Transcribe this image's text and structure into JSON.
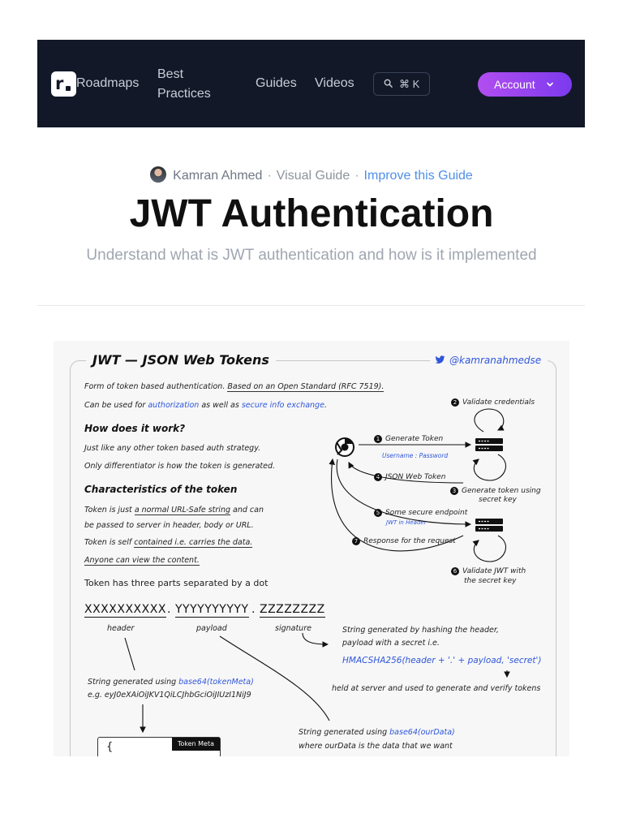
{
  "nav": {
    "logo_letter": "r",
    "links": [
      "Roadmaps",
      "Best",
      "Practices",
      "Guides",
      "Videos"
    ],
    "search_shortcut": "⌘ K",
    "account_label": "Account"
  },
  "header": {
    "author": "Kamran Ahmed",
    "separator": "·",
    "guide_type": "Visual Guide",
    "improve_link": "Improve this Guide",
    "title": "JWT Authentication",
    "subtitle": "Understand what is JWT authentication and how is it implemented"
  },
  "diagram": {
    "title": "JWT — JSON Web Tokens",
    "handle": "@kamranahmedse",
    "intro1_a": "Form of token based authentication.",
    "intro1_b": "Based on an Open Standard (RFC 7519).",
    "intro2_a": "Can be used for",
    "intro2_b": "authorization",
    "intro2_c": "as well as",
    "intro2_d": "secure info exchange",
    "intro2_e": ".",
    "how_heading": "How does it work?",
    "how_1": "Just like any other token based auth strategy.",
    "how_2": "Only differentiator is how the token is generated.",
    "char_heading": "Characteristics of the token",
    "char_1a": "Token is just",
    "char_1b": "a normal URL-Safe string",
    "char_1c": "and can",
    "char_2": "be passed to server in header, body or URL.",
    "char_3a": "Token is self",
    "char_3b": "contained i.e. carries the data.",
    "char_4": "Anyone can view the content.",
    "parts_line": "Token has three parts separated by a dot",
    "part_header": "XXXXXXXXXX",
    "part_payload": "YYYYYYYYYY",
    "part_signature": "ZZZZZZZZ",
    "dot": ".",
    "label_header": "header",
    "label_payload": "payload",
    "label_signature": "signature",
    "sig_desc_1": "String generated by hashing the header,",
    "sig_desc_2": "payload with a secret i.e.",
    "hmac": "HMACSHA256(header + '.' + payload, 'secret')",
    "held": "held at server and used to generate and verify tokens",
    "header_desc_a": "String generated using",
    "header_desc_b": "base64(tokenMeta)",
    "header_eg": "e.g. eyJ0eXAiOiJKV1QiLCJhbGciOiJIUzI1NiJ9",
    "payload_desc_a": "String generated using",
    "payload_desc_b": "base64(ourData)",
    "payload_desc_2": "where ourData is the data that we want",
    "codebox_brace": "{",
    "codebox_tag": "Token Meta",
    "steps": {
      "s1": "Generate Token",
      "s1_sub": "Username : Password",
      "s2": "Validate credentials",
      "s3a": "Generate token using",
      "s3b": "secret key",
      "s4": "JSON Web Token",
      "s5": "Some secure endpoint",
      "s5_sub": "JWT in Header",
      "s6a": "Validate JWT with",
      "s6b": "the secret key",
      "s7": "Response for the request",
      "n1": "1",
      "n2": "2",
      "n3": "3",
      "n4": "4",
      "n5": "5",
      "n6": "6",
      "n7": "7"
    }
  },
  "colors": {
    "nav_bg": "#121828",
    "accent_purple": "#9d46f0",
    "link_blue": "#4f8fe8",
    "diagram_blue": "#2f56d8"
  },
  "icons": [
    "logo-icon",
    "search-icon",
    "chevron-down-icon",
    "twitter-icon",
    "chrome-icon",
    "server-icon"
  ]
}
